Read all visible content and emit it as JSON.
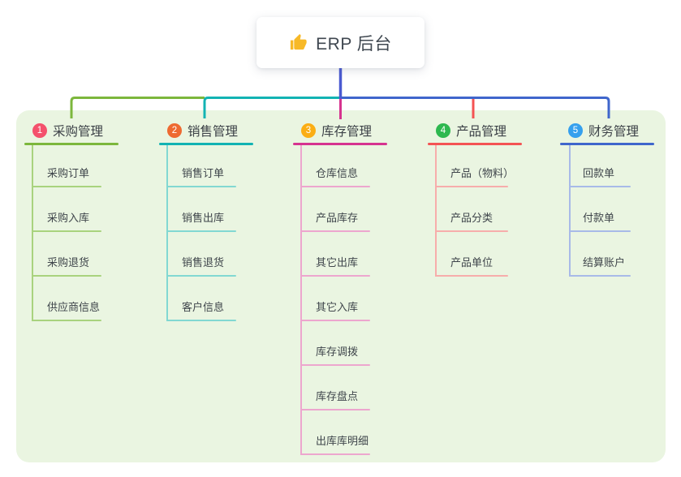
{
  "root": {
    "label": "ERP 后台",
    "icon": "thumbs-up-icon",
    "icon_color": "#f7b928"
  },
  "colors": {
    "page_bg": "#ffffff",
    "panel_bg": "#eaf5e1",
    "stem": "#4a5ad1",
    "title_text": "#3c4147",
    "child_text": "#3f454b"
  },
  "branches": [
    {
      "number": "1",
      "title": "采购管理",
      "badge_color": "#f4516c",
      "line_color": "#7cb73c",
      "light_color": "#a9d37e",
      "children": [
        "采购订单",
        "采购入库",
        "采购退货",
        "供应商信息"
      ]
    },
    {
      "number": "2",
      "title": "销售管理",
      "badge_color": "#ee6a31",
      "line_color": "#12b3b3",
      "light_color": "#82d8d2",
      "children": [
        "销售订单",
        "销售出库",
        "销售退货",
        "客户信息"
      ]
    },
    {
      "number": "3",
      "title": "库存管理",
      "badge_color": "#fbae14",
      "line_color": "#d6338f",
      "light_color": "#eda6ce",
      "children": [
        "仓库信息",
        "产品库存",
        "其它出库",
        "其它入库",
        "库存调拨",
        "库存盘点",
        "出库库明细"
      ]
    },
    {
      "number": "4",
      "title": "产品管理",
      "badge_color": "#2eb84f",
      "line_color": "#f45353",
      "light_color": "#f7adab",
      "children": [
        "产品（物料）",
        "产品分类",
        "产品单位"
      ]
    },
    {
      "number": "5",
      "title": "财务管理",
      "badge_color": "#35a0ee",
      "line_color": "#3f66cc",
      "light_color": "#a8bae8",
      "children": [
        "回款单",
        "付款单",
        "结算账户"
      ]
    }
  ]
}
